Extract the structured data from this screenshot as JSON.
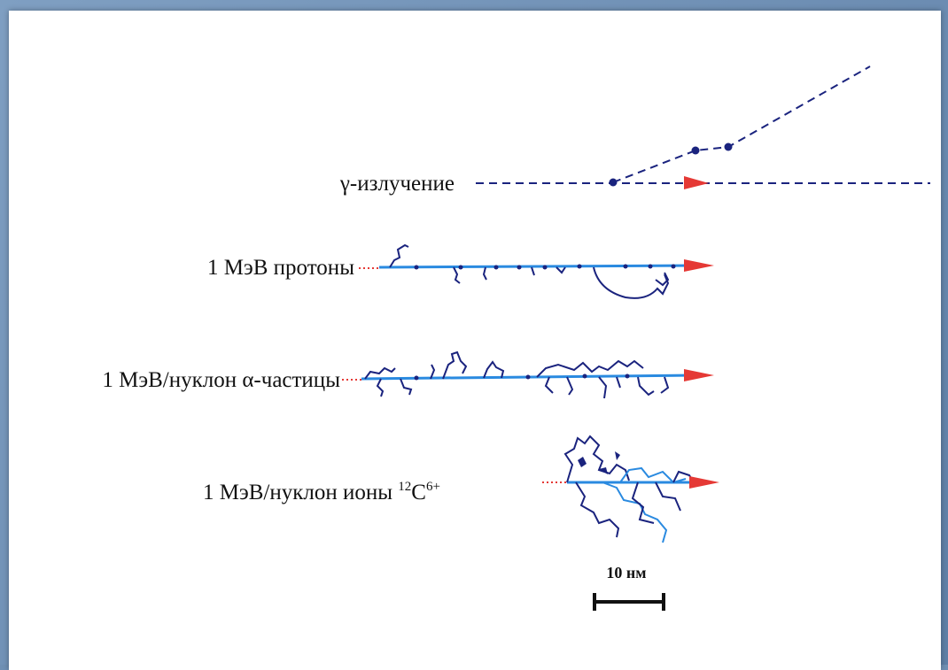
{
  "labels": {
    "gamma": "γ-излучение",
    "protons": "1 МэВ протоны",
    "alpha": "1 МэВ/нуклон α-частицы",
    "carbon_prefix": "1 МэВ/нуклон ионы ",
    "carbon_mass": "12",
    "carbon_symbol": "C",
    "carbon_charge": "6+"
  },
  "scale_bar": {
    "label": "10 нм"
  },
  "colors": {
    "track_dark": "#1a237e",
    "track_light": "#2a8ae0",
    "arrow": "#e53935",
    "incoming": "#e53935"
  }
}
